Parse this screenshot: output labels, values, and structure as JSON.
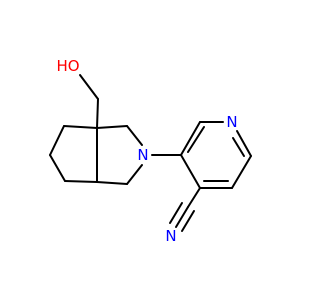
{
  "structure": {
    "atoms": {
      "oh": {
        "text": "HO",
        "color": "#ff0000"
      },
      "ring_n": {
        "text": "N",
        "color": "#0000ff"
      },
      "pyridine_n": {
        "text": "N",
        "color": "#0000ff"
      },
      "nitrile_n": {
        "text": "N",
        "color": "#0000ff"
      }
    },
    "bond_color": "#000000"
  }
}
